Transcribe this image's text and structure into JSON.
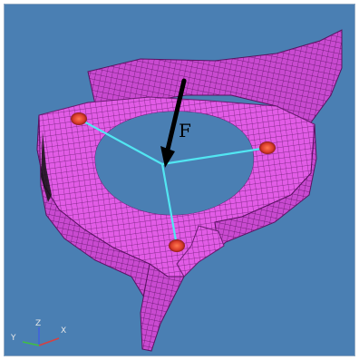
{
  "diagram": {
    "force_label": "F",
    "axes": {
      "x": "X",
      "y": "Y",
      "z": "Z"
    },
    "colors": {
      "background": "#4a7fb3",
      "mesh_fill": "#e25ce6",
      "mesh_lines": "#6a1c72",
      "rigid_links": "#52e6f2",
      "nodes": "#d83a2a",
      "force_arrow": "#000000",
      "axis_x": "#d84040",
      "axis_y": "#40c040",
      "axis_z": "#4060e0"
    }
  }
}
